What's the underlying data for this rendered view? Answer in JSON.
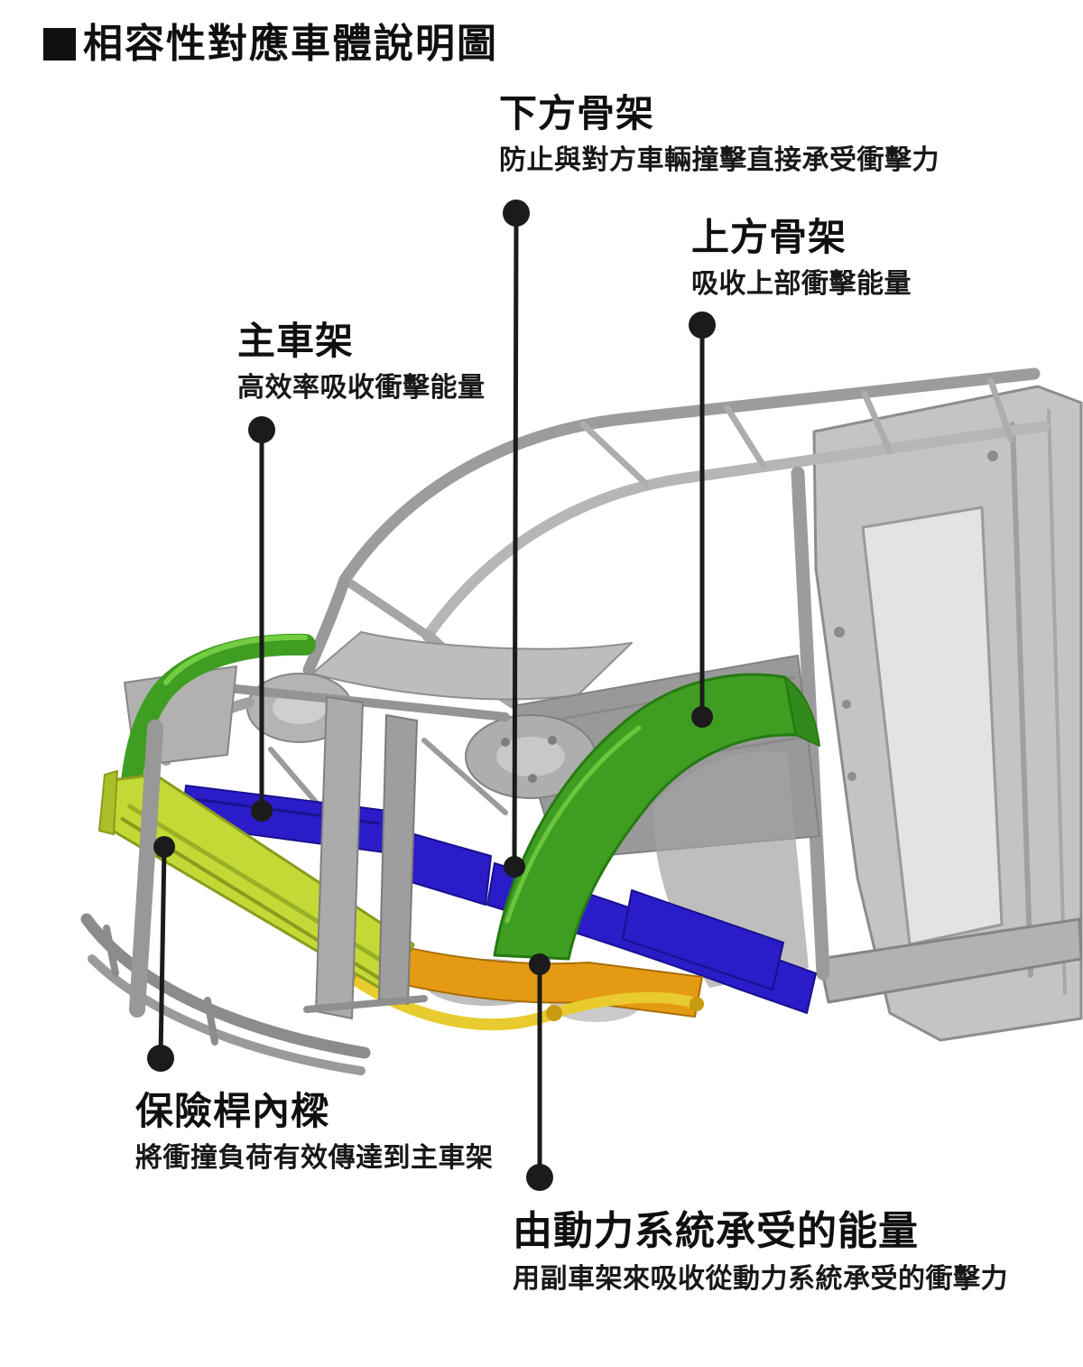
{
  "title": "相容性對應車體說明圖",
  "icons": {
    "title_bullet": "black-square"
  },
  "callouts": [
    {
      "id": "lower-frame",
      "label": "下方骨架",
      "desc": "防止與對方車輛撞擊直接承受衝擊力"
    },
    {
      "id": "upper-frame",
      "label": "上方骨架",
      "desc": "吸收上部衝擊能量"
    },
    {
      "id": "main-frame",
      "label": "主車架",
      "desc": "高效率吸收衝擊能量"
    },
    {
      "id": "bumper-beam",
      "label": "保險桿內樑",
      "desc": "將衝撞負荷有效傳達到主車架"
    },
    {
      "id": "powertrain",
      "label": "由動力系統承受的能量",
      "desc": "用副車架來吸收從動力系統承受的衝擊力"
    }
  ],
  "colors": {
    "upper_frame_green": "#3f9e22",
    "upper_frame_green_light": "#74cc42",
    "lower_frame_blue": "#2a1cc8",
    "bumper_beam_yellow_green": "#c3d935",
    "subframe_orange": "#e59a14",
    "subframe_arm_yellow": "#e8cb2e",
    "callout_black": "#1b1b1b"
  }
}
